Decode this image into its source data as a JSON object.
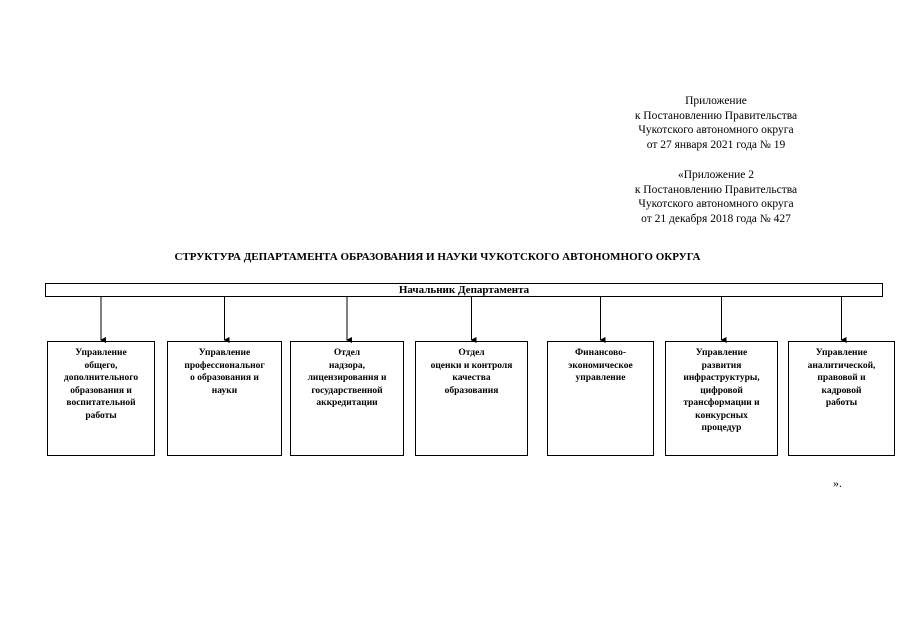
{
  "appendix_1": {
    "lines": [
      "Приложение",
      "к Постановлению Правительства",
      "Чукотского автономного округа",
      "от  27 января 2021 года №  19"
    ]
  },
  "appendix_2": {
    "lines": [
      "«Приложение 2",
      "к Постановлению Правительства",
      "Чукотского автономного округа",
      "от  21 декабря 2018 года №  427"
    ]
  },
  "title": "СТРУКТУРА ДЕПАРТАМЕНТА ОБРАЗОВАНИЯ И НАУКИ ЧУКОТСКОГО АВТОНОМНОГО ОКРУГА",
  "head": "Начальник Департамента",
  "units": [
    "Управление\nобщего,\nдополнительного\nобразования и\nвоспитательной\nработы",
    "Управление\nпрофессиональног\nо образования и\nнауки",
    "Отдел\nнадзора,\nлицензирования и\nгосударственной\nаккредитации",
    "Отдел\nоценки и контроля\nкачества\nобразования",
    "Финансово-\nэкономическое\nуправление",
    "Управление\nразвития\nинфраструктуры,\nцифровой\nтрансформации и\nконкурсных\nпроцедур",
    "Управление\nаналитической,\nправовой и\nкадровой\nработы"
  ],
  "closing": "»."
}
